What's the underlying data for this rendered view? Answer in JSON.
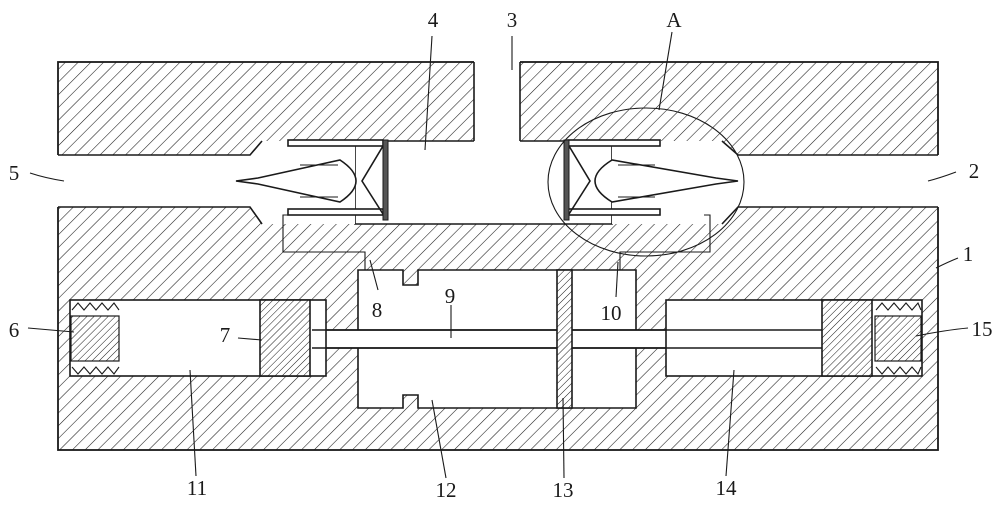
{
  "labels": {
    "l1": "1",
    "l2": "2",
    "l3": "3",
    "l4": "4",
    "l5": "5",
    "l6": "6",
    "l7": "7",
    "l8": "8",
    "l9": "9",
    "l10": "10",
    "l11": "11",
    "l12": "12",
    "l13": "13",
    "l14": "14",
    "l15": "15",
    "lA": "A"
  }
}
